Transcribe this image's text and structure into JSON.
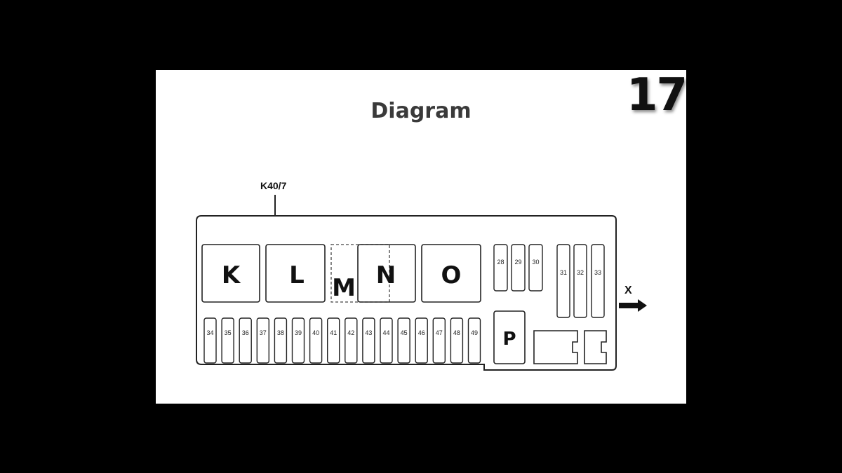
{
  "title": "Diagram",
  "page_number": "17",
  "component_label": "K40/7",
  "direction_label": "X",
  "relays": [
    "K",
    "L",
    "M",
    "N",
    "O",
    "P"
  ],
  "fuses_top_small": [
    "28",
    "29",
    "30"
  ],
  "fuses_top_tall": [
    "31",
    "32",
    "33"
  ],
  "fuses_bottom": [
    "34",
    "35",
    "36",
    "37",
    "38",
    "39",
    "40",
    "41",
    "42",
    "43",
    "44",
    "45",
    "46",
    "47",
    "48",
    "49"
  ],
  "colors": {
    "background": "#000000",
    "panel": "#ffffff",
    "line": "#222222"
  }
}
